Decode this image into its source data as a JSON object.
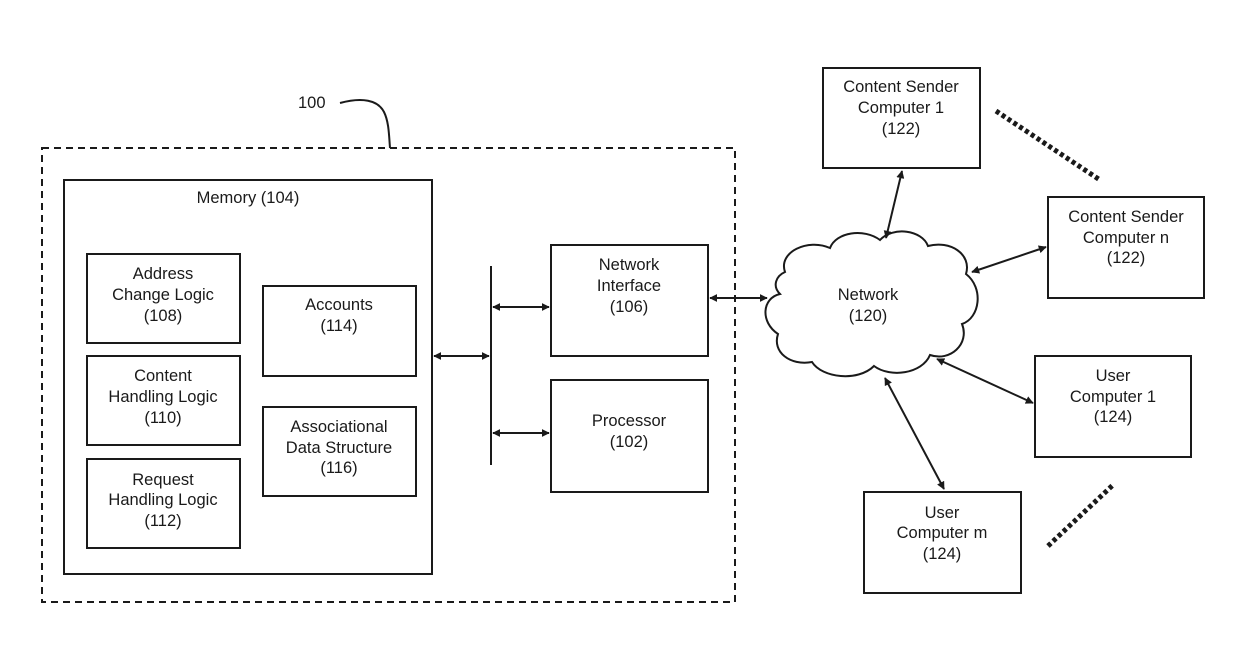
{
  "system_ref": "100",
  "memory": {
    "title": "Memory (104)"
  },
  "address_change": {
    "l1": "Address",
    "l2": "Change Logic",
    "l3": "(108)"
  },
  "content_handling": {
    "l1": "Content",
    "l2": "Handling Logic",
    "l3": "(110)"
  },
  "request_handling": {
    "l1": "Request",
    "l2": "Handling Logic",
    "l3": "(112)"
  },
  "accounts": {
    "l1": "Accounts",
    "l2": "(114)"
  },
  "assoc": {
    "l1": "Associational",
    "l2": "Data Structure",
    "l3": "(116)"
  },
  "network_interface": {
    "l1": "Network",
    "l2": "Interface",
    "l3": "(106)"
  },
  "processor": {
    "l1": "Processor",
    "l2": "(102)"
  },
  "network": {
    "l1": "Network",
    "l2": "(120)"
  },
  "content_sender_1": {
    "l1": "Content Sender",
    "l2": "Computer 1",
    "l3": "(122)"
  },
  "content_sender_n": {
    "l1": "Content Sender",
    "l2": "Computer n",
    "l3": "(122)"
  },
  "user_1": {
    "l1": "User",
    "l2": "Computer 1",
    "l3": "(124)"
  },
  "user_m": {
    "l1": "User",
    "l2": "Computer m",
    "l3": "(124)"
  }
}
